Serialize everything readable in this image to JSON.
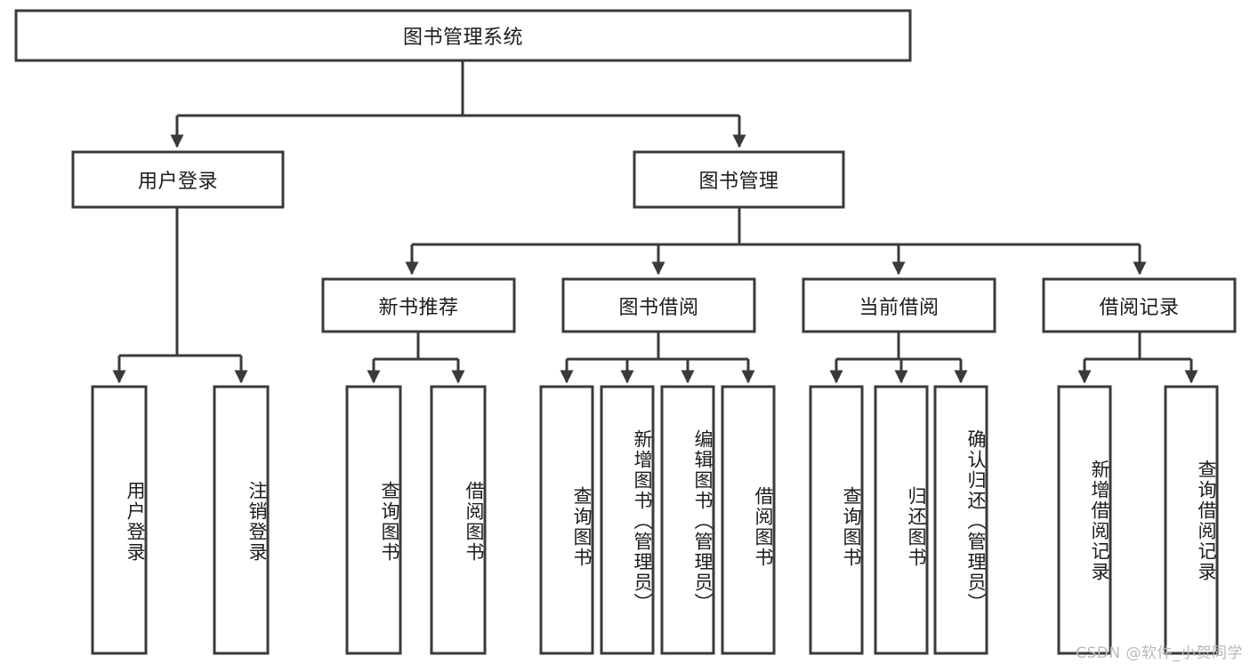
{
  "diagram": {
    "title_node": {
      "label": "图书管理系统"
    },
    "level1": [
      {
        "id": "user-login",
        "label": "用户登录"
      },
      {
        "id": "book-manage",
        "label": "图书管理"
      }
    ],
    "level2": [
      {
        "id": "new-book-recommend",
        "label": "新书推荐"
      },
      {
        "id": "book-borrow",
        "label": "图书借阅"
      },
      {
        "id": "current-borrow",
        "label": "当前借阅"
      },
      {
        "id": "borrow-record",
        "label": "借阅记录"
      }
    ],
    "leaves": {
      "user-login": [
        {
          "id": "leaf-user-login",
          "label": "用户登录"
        },
        {
          "id": "leaf-user-logout",
          "label": "注销登录"
        }
      ],
      "new-book-recommend": [
        {
          "id": "leaf-query-book-1",
          "label": "查询图书"
        },
        {
          "id": "leaf-borrow-book-1",
          "label": "借阅图书"
        }
      ],
      "book-borrow": [
        {
          "id": "leaf-query-book-2",
          "label": "查询图书"
        },
        {
          "id": "leaf-add-book",
          "label": "新增图书（管理员）"
        },
        {
          "id": "leaf-edit-book",
          "label": "编辑图书（管理员）"
        },
        {
          "id": "leaf-borrow-book-2",
          "label": "借阅图书"
        }
      ],
      "current-borrow": [
        {
          "id": "leaf-query-book-3",
          "label": "查询图书"
        },
        {
          "id": "leaf-return-book",
          "label": "归还图书"
        },
        {
          "id": "leaf-confirm-return",
          "label": "确认归还（管理员）"
        }
      ],
      "borrow-record": [
        {
          "id": "leaf-add-record",
          "label": "新增借阅记录"
        },
        {
          "id": "leaf-query-record",
          "label": "查询借阅记录"
        }
      ]
    },
    "colors": {
      "stroke": "#3a3a3a",
      "fill": "#ffffff",
      "text": "#1c1c1c",
      "watermark": "#b9b9b9"
    }
  },
  "watermark": {
    "text": "CSDN @软件_小贺同学"
  }
}
